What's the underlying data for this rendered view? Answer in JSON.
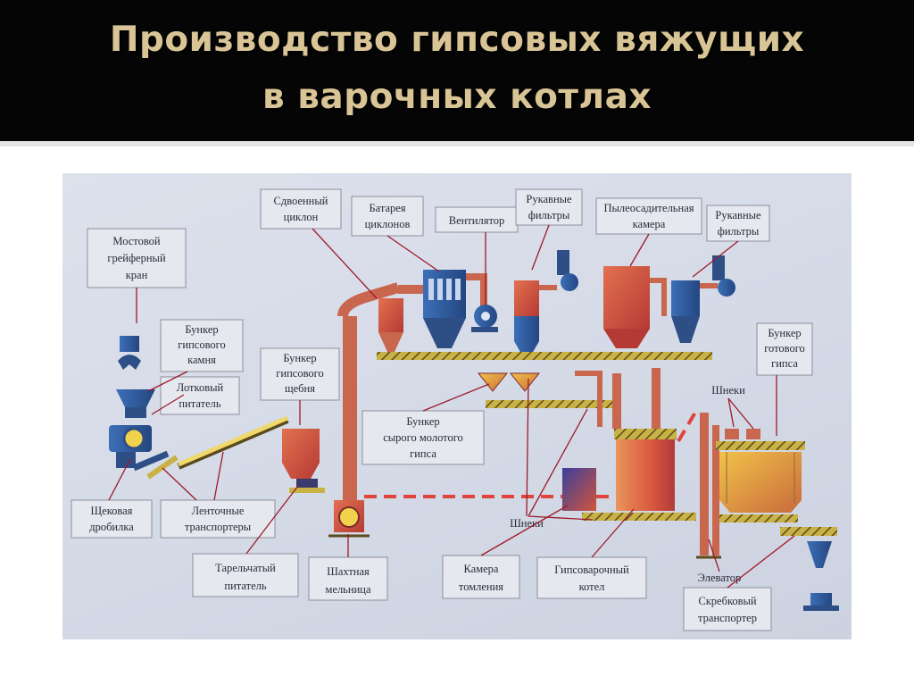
{
  "title": {
    "line1": "Производство гипсовых вяжущих",
    "line2": "в варочных котлах"
  },
  "labels": {
    "bridge_crane_1": "Мостовой",
    "bridge_crane_2": "грейферный",
    "bridge_crane_3": "кран",
    "gypsum_bunker_1": "Бункер",
    "gypsum_bunker_2": "гипсового",
    "gypsum_bunker_3": "камня",
    "tray_feeder_1": "Лотковый",
    "tray_feeder_2": "питатель",
    "jaw_crusher_1": "Щековая",
    "jaw_crusher_2": "дробилка",
    "belt_conveyors_1": "Ленточные",
    "belt_conveyors_2": "транспортеры",
    "crushed_bunker_1": "Бункер",
    "crushed_bunker_2": "гипсового",
    "crushed_bunker_3": "щебня",
    "plate_feeder_1": "Тарельчатый",
    "plate_feeder_2": "питатель",
    "shaft_mill_1": "Шахтная",
    "shaft_mill_2": "мельница",
    "twin_cyclone_1": "Сдвоенный",
    "twin_cyclone_2": "циклон",
    "cyclone_battery_1": "Батарея",
    "cyclone_battery_2": "циклонов",
    "fan": "Вентилятор",
    "bag_filters_a_1": "Рукавные",
    "bag_filters_a_2": "фильтры",
    "dust_chamber_1": "Пылеосадительная",
    "dust_chamber_2": "камера",
    "bag_filters_b_1": "Рукавные",
    "bag_filters_b_2": "фильтры",
    "raw_bunker_1": "Бункер",
    "raw_bunker_2": "сырого молотого",
    "raw_bunker_3": "гипса",
    "augers_lower": "Шнеки",
    "curing_chamber_1": "Камера",
    "curing_chamber_2": "томления",
    "boiler_1": "Гипсоварочный",
    "boiler_2": "котел",
    "finished_bunker_1": "Бункер",
    "finished_bunker_2": "готового",
    "finished_bunker_3": "гипса",
    "augers_upper": "Шнеки",
    "elevator": "Элеватор",
    "scraper_1": "Скребковый",
    "scraper_2": "транспортер"
  },
  "colors": {
    "header_bg": "#050505",
    "title_text": "#d9c495",
    "arrow": "#9d1a2a",
    "pipe": "#c8664e",
    "equipment_blue": "#2e4f86",
    "conveyor": "#c9b245",
    "dashed_line": "#e0443c"
  }
}
